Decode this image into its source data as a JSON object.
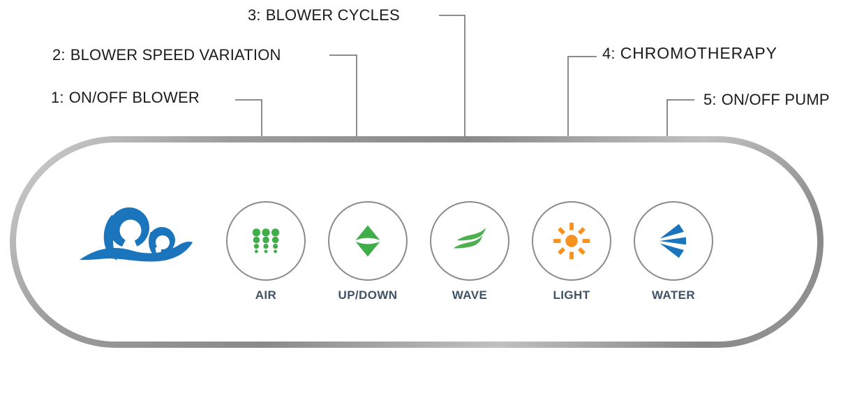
{
  "callouts": [
    {
      "prefix": "1:",
      "label": "ON/OFF BLOWER"
    },
    {
      "prefix": "2:",
      "label": "BLOWER SPEED VARIATION"
    },
    {
      "prefix": "3:",
      "label": "BLOWER CYCLES"
    },
    {
      "prefix": "4:",
      "label": "CHROMOTHERAPY"
    },
    {
      "prefix": "5:",
      "label": "ON/OFF PUMP"
    }
  ],
  "panel": {
    "logo_icon": "wave-crest-logo",
    "buttons": [
      {
        "label": "AIR",
        "icon": "air-bubbles-icon",
        "icon_color": "#3fae49"
      },
      {
        "label": "UP/DOWN",
        "icon": "up-down-icon",
        "icon_color": "#3fae49"
      },
      {
        "label": "WAVE",
        "icon": "wave-icon",
        "icon_color": "#4caf50"
      },
      {
        "label": "LIGHT",
        "icon": "sun-icon",
        "icon_color": "#f6921e"
      },
      {
        "label": "WATER",
        "icon": "water-jet-icon",
        "icon_color": "#1b75bc"
      }
    ]
  },
  "colors": {
    "logo_blue": "#1b75bc",
    "green": "#3fae49",
    "orange": "#f6921e",
    "callout_text": "#1b1b1b",
    "button_label_text": "#3f5266",
    "connector_line": "#8c8c8c",
    "panel_border_light": "#d2d2d2",
    "panel_border_dark": "#888888",
    "circle_border": "#8b8b8b"
  }
}
